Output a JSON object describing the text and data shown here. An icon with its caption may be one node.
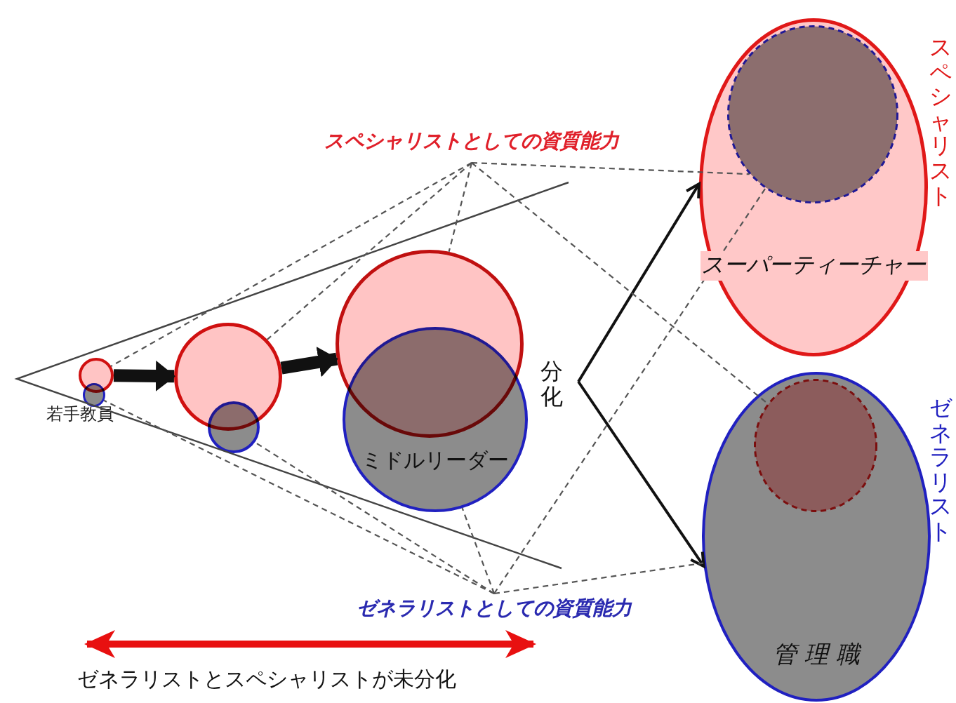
{
  "diagram": {
    "nodes": [
      {
        "text": [
          "スペシャリストとしての資質能力"
        ]
      },
      {
        "text": [
          "ゼネラリストとしての資質能力"
        ]
      },
      {
        "text": [],
        "shape": "circle"
      },
      {
        "text": [],
        "shape": "circle"
      },
      {
        "text": [],
        "shape": "circle"
      },
      {
        "text": [],
        "shape": "circle"
      },
      {
        "text": [],
        "shape": "circle"
      },
      {
        "text": [
          "ミドルリーダー"
        ]
      },
      {
        "text": [
          "スーパーティーチャー"
        ],
        "beside": [
          "スペシャリスト"
        ]
      },
      {
        "text": [],
        "shape": "circle",
        "in": 8
      },
      {
        "text": [
          "管 理 職"
        ],
        "beside": [
          "ゼネラリスト"
        ]
      },
      {
        "text": [],
        "shape": "circle",
        "in": 10
      }
    ],
    "edges": [
      {
        "from": 2,
        "to": 4,
        "arrow": "to",
        "style": "thick"
      },
      {
        "from": 4,
        "to": 6,
        "arrow": "to",
        "style": "thick"
      },
      {
        "from": null,
        "to": 8,
        "arrow": "to"
      },
      {
        "from": null,
        "to": 10,
        "arrow": "to"
      },
      {
        "from": 0,
        "to": 2,
        "arrow": "none",
        "style": "dashed"
      },
      {
        "from": 0,
        "to": 4,
        "arrow": "none",
        "style": "dashed"
      },
      {
        "from": 0,
        "to": 6,
        "arrow": "none",
        "style": "dashed"
      },
      {
        "from": 0,
        "to": 9,
        "arrow": "none",
        "style": "dashed"
      },
      {
        "from": 0,
        "to": 11,
        "arrow": "none",
        "style": "dashed"
      },
      {
        "from": 1,
        "to": 3,
        "arrow": "none",
        "style": "dashed"
      },
      {
        "from": 1,
        "to": 5,
        "arrow": "none",
        "style": "dashed"
      },
      {
        "from": 1,
        "to": 7,
        "arrow": "none",
        "style": "dashed"
      },
      {
        "from": 1,
        "to": 10,
        "arrow": "none",
        "style": "dashed"
      },
      {
        "from": 1,
        "to": 9,
        "arrow": "none",
        "style": "dashed"
      }
    ],
    "labels": [
      "若手教員",
      "分化",
      "ゼネラリストとスペシャリストが未分化"
    ]
  }
}
